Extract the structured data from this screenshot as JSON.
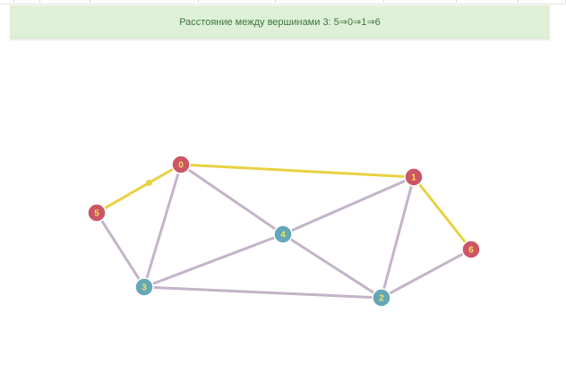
{
  "status": {
    "text": "Расстояние между вершинами 3: 5⇒0⇒1⇒6"
  },
  "colors": {
    "status_bg": "#dff0d8",
    "status_text": "#3c763d",
    "edge_default": "#c3b4c8",
    "edge_path": "#e8d142",
    "node_path": "#cc5567",
    "node_other": "#63a7b8",
    "node_label": "#f3e25a"
  },
  "graph": {
    "nodes": [
      {
        "id": "0",
        "label": "0",
        "on_path": true
      },
      {
        "id": "1",
        "label": "1",
        "on_path": true
      },
      {
        "id": "2",
        "label": "2",
        "on_path": false
      },
      {
        "id": "3",
        "label": "3",
        "on_path": false
      },
      {
        "id": "4",
        "label": "4",
        "on_path": false
      },
      {
        "id": "5",
        "label": "5",
        "on_path": true
      },
      {
        "id": "6",
        "label": "6",
        "on_path": true
      }
    ],
    "edges": [
      {
        "from": "0",
        "to": "1",
        "on_path": true
      },
      {
        "from": "5",
        "to": "0",
        "on_path": true
      },
      {
        "from": "1",
        "to": "6",
        "on_path": true
      },
      {
        "from": "0",
        "to": "3",
        "on_path": false
      },
      {
        "from": "0",
        "to": "4",
        "on_path": false
      },
      {
        "from": "5",
        "to": "3",
        "on_path": false
      },
      {
        "from": "3",
        "to": "4",
        "on_path": false
      },
      {
        "from": "3",
        "to": "2",
        "on_path": false
      },
      {
        "from": "4",
        "to": "1",
        "on_path": false
      },
      {
        "from": "4",
        "to": "2",
        "on_path": false
      },
      {
        "from": "1",
        "to": "2",
        "on_path": false
      },
      {
        "from": "2",
        "to": "6",
        "on_path": false
      }
    ]
  }
}
